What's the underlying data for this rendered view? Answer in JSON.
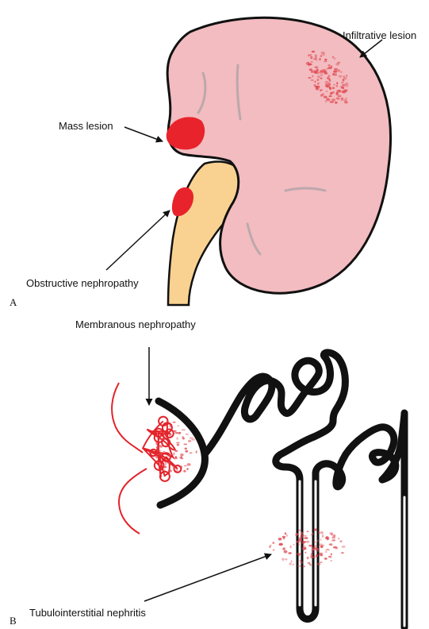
{
  "panels": {
    "a": {
      "letter": "A",
      "labels": {
        "infiltrative": "Infiltrative lesion",
        "mass": "Mass lesion",
        "obstructive": "Obstructive nephropathy"
      }
    },
    "b": {
      "letter": "B",
      "labels": {
        "membranous": "Membranous nephropathy",
        "tubulointerstitial": "Tubulointerstitial nephritis"
      }
    }
  },
  "colors": {
    "kidney_fill": "#f2bcc0",
    "kidney_outline": "#111111",
    "ureter_fill": "#f9d291",
    "lesion_red": "#e8232b",
    "stipple_red": "#e0474f",
    "tubule_black": "#111111",
    "glomerulus_red": "#e3242b"
  }
}
